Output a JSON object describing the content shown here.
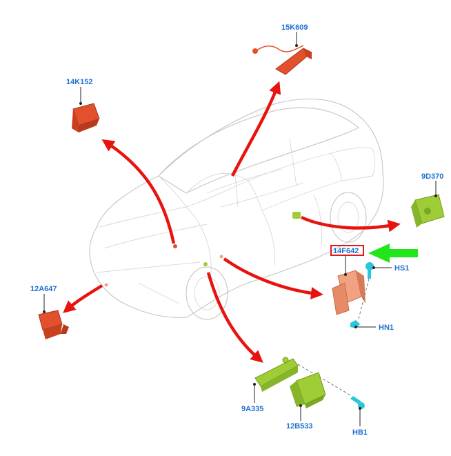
{
  "parts": {
    "p15k609": "15K609",
    "p14k152": "14K152",
    "p9d370": "9D370",
    "p14f642": "14F642",
    "phs1": "HS1",
    "phn1": "HN1",
    "p12a647": "12A647",
    "p9a335": "9A335",
    "p12b533": "12B533",
    "phb1": "HB1"
  },
  "colors": {
    "label": "#1f6fd1",
    "red_arrow": "#e8130f",
    "green_arrow": "#22e61c",
    "red_part": "#e2502d",
    "salmon_part": "#f2a283",
    "green_part": "#9ecd35",
    "cyan_fastener": "#2bc6dc",
    "highlight_box": "#e01818"
  }
}
